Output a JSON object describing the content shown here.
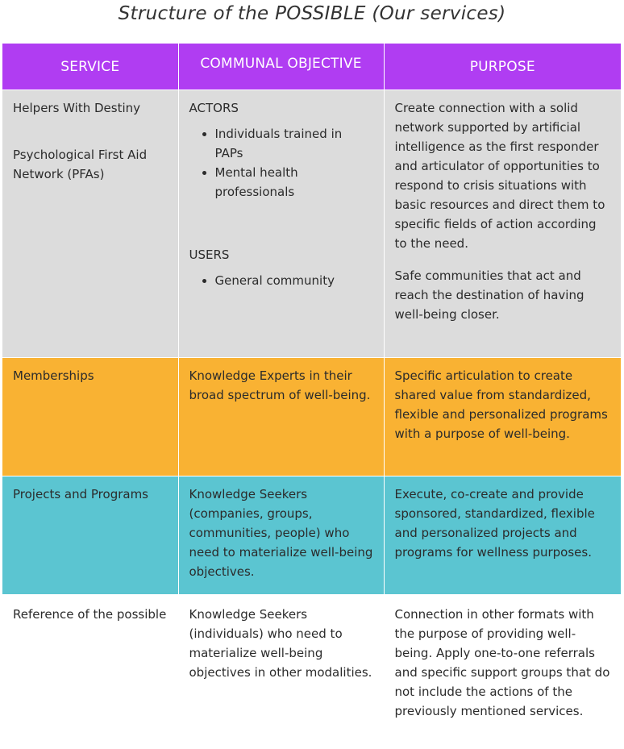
{
  "title": "Structure of the POSSIBLE (Our services)",
  "headers": {
    "service": "SERVICE",
    "communal_objective": "COMMUNAL OBJECTIVE",
    "purpose": "PURPOSE"
  },
  "rows": [
    {
      "service": [
        "Helpers With Destiny",
        "Psychological First Aid Network (PFAs)"
      ],
      "objective": {
        "actors_heading": "ACTORS",
        "actors": [
          "Individuals trained in PAPs",
          "Mental health professionals"
        ],
        "users_heading": "USERS",
        "users": [
          "General community"
        ]
      },
      "purpose": [
        "Create connection with a solid network supported by artificial intelligence as the first responder and articulator of opportunities to respond to crisis situations with basic resources and direct them to specific fields of action according to the need.",
        "Safe communities that act and reach the destination of having well-being closer."
      ],
      "color": "#dcdcdc"
    },
    {
      "service": "Memberships",
      "objective": "Knowledge Experts in their broad spectrum of well-being.",
      "purpose": "Specific articulation to create shared value from standardized, flexible and personalized programs with a purpose of well-being.",
      "color": "#f9b233"
    },
    {
      "service": "Projects and Programs",
      "objective": "Knowledge Seekers (companies, groups, communities, people) who need to materialize well-being objectives.",
      "purpose": "Execute, co-create and provide sponsored, standardized, flexible and personalized projects and programs for wellness purposes.",
      "color": "#5bc5d1"
    },
    {
      "service": "Reference of the possible",
      "objective": "Knowledge Seekers (individuals) who need to materialize well-being objectives in other modalities.",
      "purpose": "Connection in other formats with the purpose of providing well-being. Apply one-to-one referrals and specific support groups that do not include the actions of the previously mentioned services.",
      "color": "#ffffff"
    }
  ],
  "header_color": "#b03df2"
}
